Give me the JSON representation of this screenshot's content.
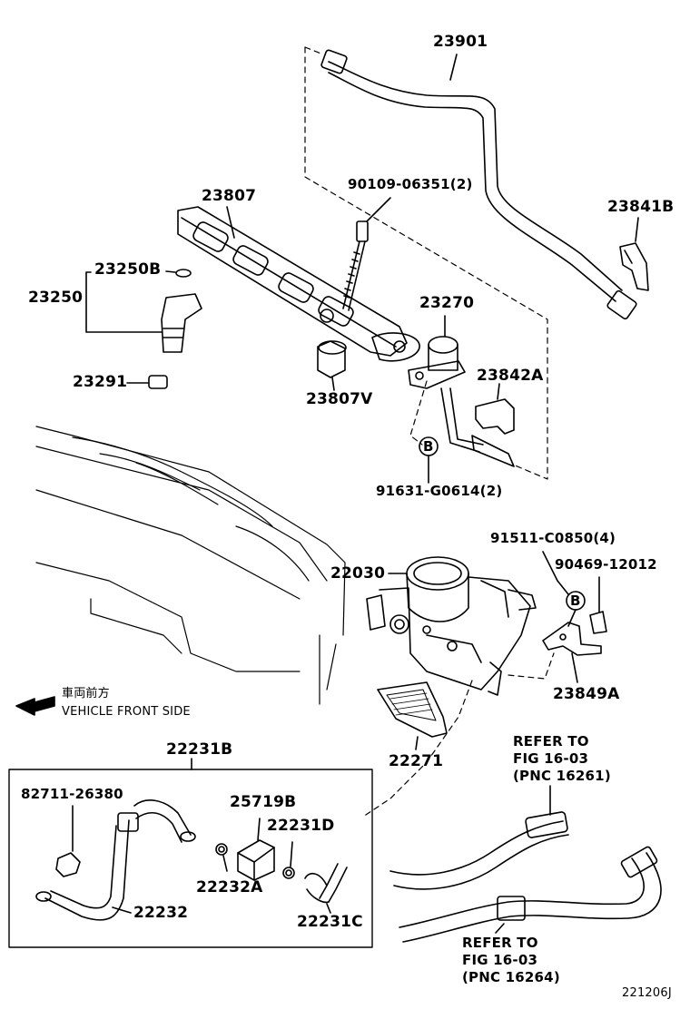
{
  "parts": {
    "p23901": "23901",
    "p23841B": "23841B",
    "p90109": "90109-06351(2)",
    "p23807": "23807",
    "p23250B": "23250B",
    "p23250": "23250",
    "p23291": "23291",
    "p23807V": "23807V",
    "p23270": "23270",
    "p23842A": "23842A",
    "p91631": "91631-G0614(2)",
    "p91511": "91511-C0850(4)",
    "p90469": "90469-12012",
    "p22030": "22030",
    "p23849A": "23849A",
    "p22271": "22271",
    "p22231B": "22231B",
    "p82711": "82711-26380",
    "p25719B": "25719B",
    "p22231D": "22231D",
    "p22232A": "22232A",
    "p22232": "22232",
    "p22231C": "22231C"
  },
  "markers": {
    "b1": "B",
    "b2": "B"
  },
  "references": {
    "ref1_line1": "REFER TO",
    "ref1_line2": "FIG 16-03",
    "ref1_line3": "(PNC 16261)",
    "ref2_line1": "REFER TO",
    "ref2_line2": "FIG 16-03",
    "ref2_line3": "(PNC 16264)"
  },
  "direction": {
    "jp": "車両前方",
    "en": "VEHICLE FRONT SIDE"
  },
  "figure_id": "221206J"
}
